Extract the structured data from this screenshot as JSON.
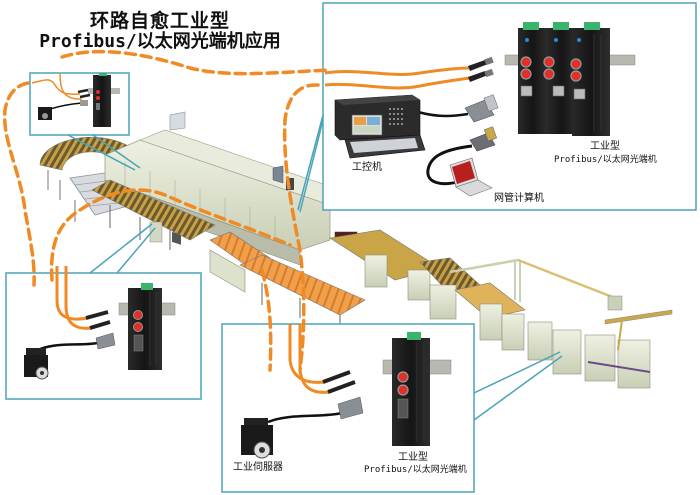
{
  "title": {
    "line1": "环路自愈工业型",
    "line2": "Profibus/以太网光端机应用"
  },
  "colors": {
    "fiber": "#f08a24",
    "callout_border": "#4aa3b8",
    "device_body": "#1c1c1c",
    "fiber_connector": "#e0302a",
    "terminal_block": "#39b46a",
    "din_rail": "#b8b8b0",
    "machine": "#dfe4cf",
    "conveyor_belt": "#d9a640",
    "background": "#ffffff"
  },
  "callouts": {
    "top_right": {
      "ipc_label": "工控机",
      "nms_label": "网管计算机",
      "device_label_line1": "工业型",
      "device_label_line2": "Profibus/以太网光端机",
      "device_count": 3
    },
    "top_left": {
      "device_count": 1
    },
    "middle_left": {
      "device_count": 1
    },
    "bottom_center": {
      "servo_label": "工业伺服器",
      "device_label_line1": "工业型",
      "device_label_line2": "Profibus/以太网光端机",
      "device_count": 1
    }
  },
  "icons": {
    "converter": "fiber-ethernet-converter-icon",
    "servo": "servo-motor-icon",
    "ipc": "industrial-pc-icon",
    "laptop": "laptop-icon",
    "fiber_connector": "st-fiber-connector-icon",
    "db9": "db9-connector-icon",
    "production_line": "production-line-illustration"
  }
}
